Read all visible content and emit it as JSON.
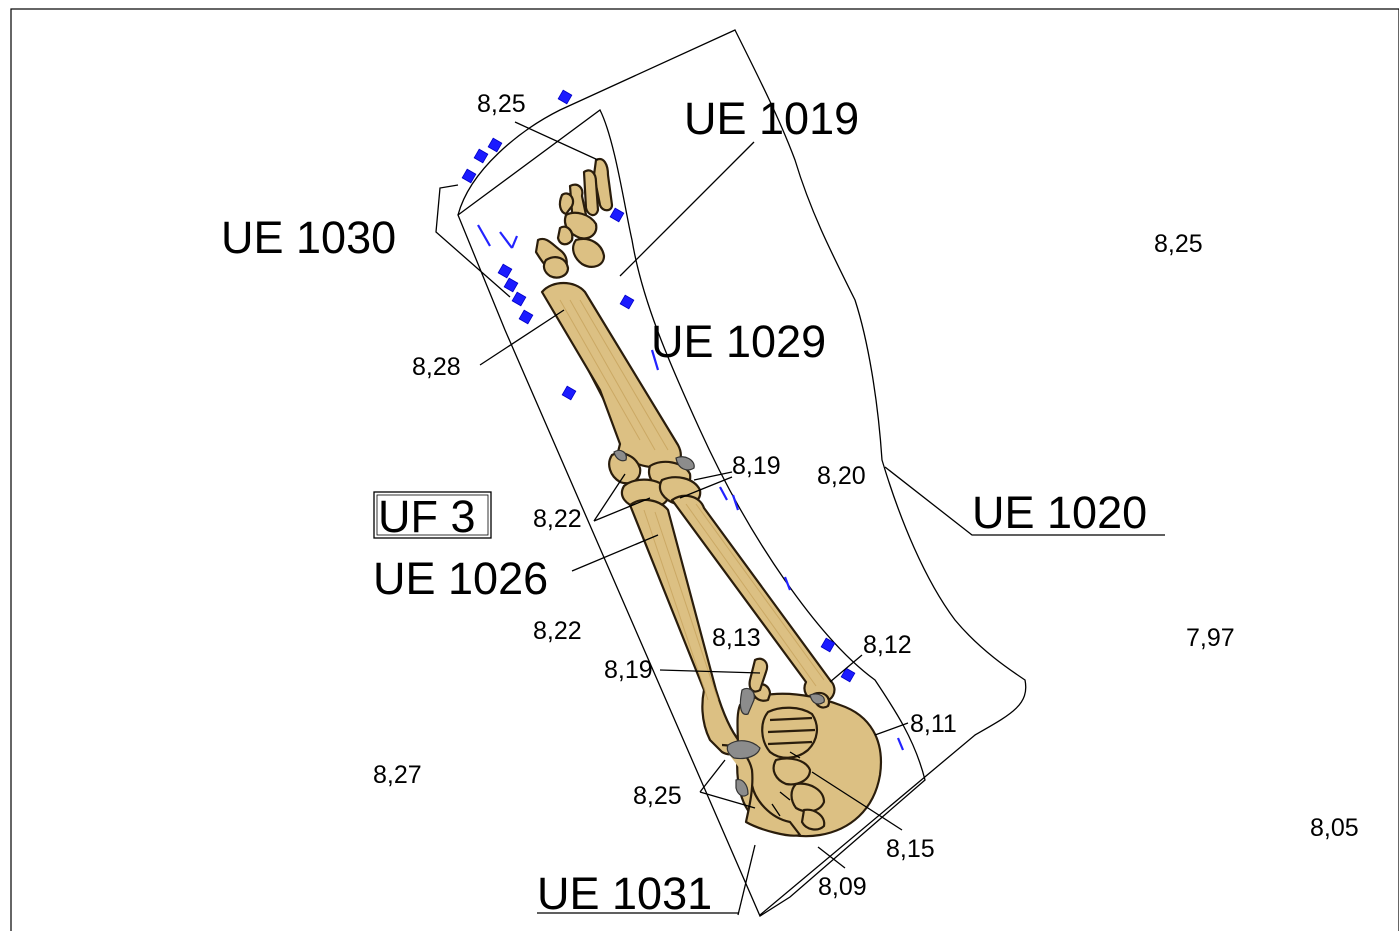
{
  "drawing": {
    "units": [
      {
        "id": "ue1019",
        "text": "UE 1019",
        "underlined": false
      },
      {
        "id": "ue1030",
        "text": "UE 1030",
        "underlined": false
      },
      {
        "id": "ue1029",
        "text": "UE 1029",
        "underlined": false
      },
      {
        "id": "uf3",
        "text": "UF 3",
        "boxed": true
      },
      {
        "id": "ue1026",
        "text": "UE 1026",
        "underlined": false
      },
      {
        "id": "ue1020",
        "text": "UE 1020",
        "underlined": true
      },
      {
        "id": "ue1031",
        "text": "UE 1031",
        "underlined": true
      }
    ],
    "elevations": {
      "e1": "8,25",
      "e2": "8,25",
      "e3": "8,28",
      "e4": "8,19",
      "e5": "8,20",
      "e6": "8,22",
      "e7": "8,22",
      "e8": "8,13",
      "e9": "8,12",
      "e10": "7,97",
      "e11": "8,19",
      "e12": "8,11",
      "e13": "8,27",
      "e14": "8,25",
      "e15": "8,05",
      "e16": "8,15",
      "e17": "8,09"
    },
    "colors": {
      "bone": "#dcc083",
      "marker": "#1b1bff",
      "line": "#000000",
      "dark_patch": "#8c8c8c"
    }
  }
}
